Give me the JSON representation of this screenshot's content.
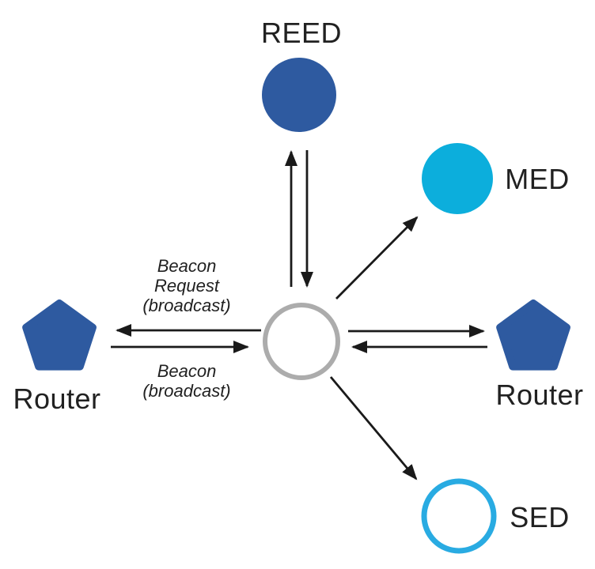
{
  "colors": {
    "router_blue": "#2E5AA0",
    "med_cyan": "#0CAEDC",
    "sed_cyan": "#29ABE2",
    "center_gray": "#ACACAC",
    "arrow": "#1A1A1A",
    "text": "#212121"
  },
  "nodes": {
    "reed": {
      "label": "REED"
    },
    "med": {
      "label": "MED"
    },
    "sed": {
      "label": "SED"
    },
    "router_left": {
      "label": "Router"
    },
    "router_right": {
      "label": "Router"
    }
  },
  "messages": {
    "beacon_request": {
      "lines": [
        "Beacon",
        "Request",
        "(broadcast)"
      ]
    },
    "beacon": {
      "lines": [
        "Beacon",
        "(broadcast)"
      ]
    }
  }
}
